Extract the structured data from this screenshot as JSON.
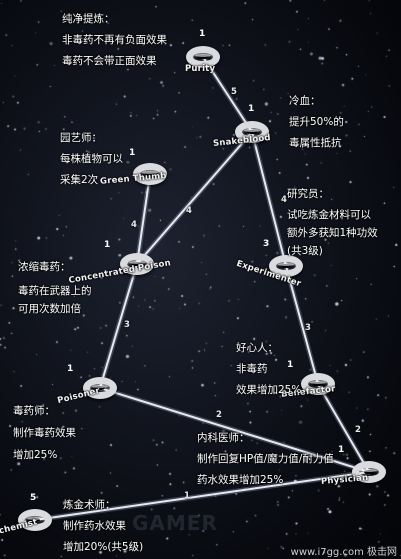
{
  "tree": {
    "skills": [
      {
        "id": "purity",
        "name": "Purity",
        "rank": "1"
      },
      {
        "id": "snakeblood",
        "name": "Snakeblood",
        "rank": "1"
      },
      {
        "id": "green_thumb",
        "name": "Green Thumb",
        "rank": "1"
      },
      {
        "id": "concentrated_poison",
        "name": "Concentrated Poison",
        "rank": "1"
      },
      {
        "id": "experimenter",
        "name": "Experimenter",
        "rank": "3"
      },
      {
        "id": "poisoner",
        "name": "Poisoner",
        "rank": "1"
      },
      {
        "id": "benefactor",
        "name": "Benefactor",
        "rank": "1"
      },
      {
        "id": "physician",
        "name": "Physician",
        "rank": "1"
      },
      {
        "id": "alchemist",
        "name": "Alchemist",
        "rank": "5"
      }
    ],
    "links": [
      {
        "from": "snakeblood",
        "to": "purity",
        "label": "5"
      },
      {
        "from": "concentrated_poison",
        "to": "green_thumb",
        "label": "4"
      },
      {
        "from": "concentrated_poison",
        "to": "snakeblood",
        "label": "4"
      },
      {
        "from": "experimenter",
        "to": "snakeblood",
        "label": "4"
      },
      {
        "from": "poisoner",
        "to": "concentrated_poison",
        "label": "3"
      },
      {
        "from": "benefactor",
        "to": "experimenter",
        "label": "3"
      },
      {
        "from": "physician",
        "to": "poisoner",
        "label": "2"
      },
      {
        "from": "physician",
        "to": "benefactor",
        "label": "2"
      },
      {
        "from": "alchemist",
        "to": "physician",
        "label": "1"
      }
    ]
  },
  "descriptions": {
    "purity": [
      "纯净提炼：",
      "非毒药不再有负面效果",
      "毒药不会带正面效果"
    ],
    "snakeblood": [
      "冷血：",
      "提升50%的",
      "毒属性抵抗"
    ],
    "green_thumb": [
      "园艺师：",
      "每株植物可以",
      "采集2次"
    ],
    "concentrated_poison": [
      "浓缩毒药：",
      "毒药在武器上的",
      "可用次数加倍"
    ],
    "experimenter": [
      "研究员：",
      "试吃炼金材料可以",
      "额外多获知1种功效",
      "(共3级)"
    ],
    "poisoner": [
      "毒药师：",
      "制作毒药效果",
      "增加25%"
    ],
    "benefactor": [
      "好心人：",
      "非毒药",
      "效果增加25%"
    ],
    "physician": [
      "内科医师：",
      "制作回复HP值/魔力值/耐力值",
      "药水效果增加25%"
    ],
    "alchemist": [
      "炼金术师：",
      "制作药水效果",
      "增加20%(共5级)"
    ]
  },
  "watermark": {
    "site": "www.i7gg.com 极击网",
    "gamer": "GAMER"
  }
}
